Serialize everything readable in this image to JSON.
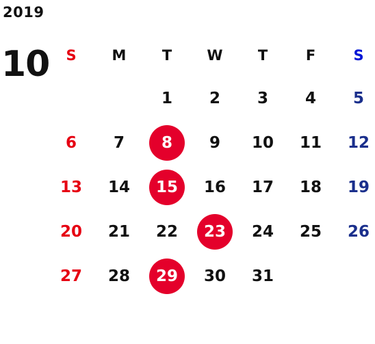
{
  "year": "2019",
  "month": "10",
  "weekdays": [
    "S",
    "M",
    "T",
    "W",
    "T",
    "F",
    "S"
  ],
  "weeks": [
    [
      "",
      "",
      "1",
      "2",
      "3",
      "4",
      "5"
    ],
    [
      "6",
      "7",
      "8",
      "9",
      "10",
      "11",
      "12"
    ],
    [
      "13",
      "14",
      "15",
      "16",
      "17",
      "18",
      "19"
    ],
    [
      "20",
      "21",
      "22",
      "23",
      "24",
      "25",
      "26"
    ],
    [
      "27",
      "28",
      "29",
      "30",
      "31",
      "",
      ""
    ]
  ],
  "highlighted_days": [
    "8",
    "15",
    "23",
    "29"
  ],
  "colors": {
    "sunday": "#e60012",
    "saturday": "#1a2f8c",
    "highlight": "#e4002b",
    "text": "#111111"
  }
}
